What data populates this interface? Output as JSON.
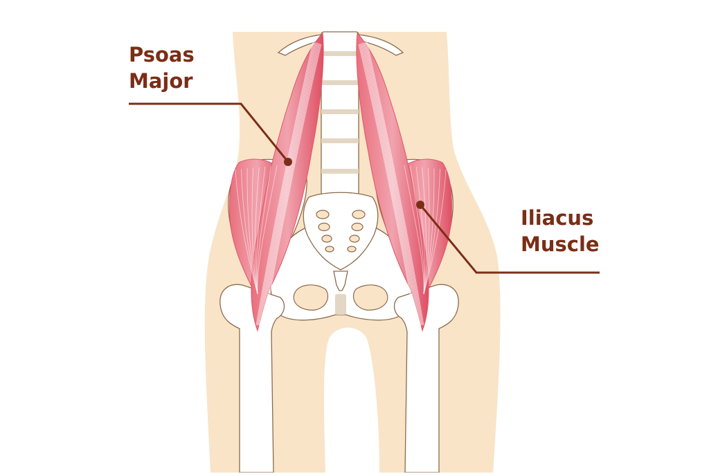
{
  "labels": {
    "psoas": [
      "Psoas",
      "Major"
    ],
    "iliacus": [
      "Iliacus",
      "Muscle"
    ]
  },
  "colors": {
    "background": "#ffffff",
    "skin": "#f9e4c8",
    "bone": "#ffffff",
    "bone_outline": "#8a6a4a",
    "cartilage": "#e3d6c3",
    "muscle": "#e05566",
    "muscle_light": "#f1a3ae",
    "leader": "#7a2e16",
    "label_text": "#7a2e16"
  },
  "icons": [
    "leader-dot"
  ]
}
